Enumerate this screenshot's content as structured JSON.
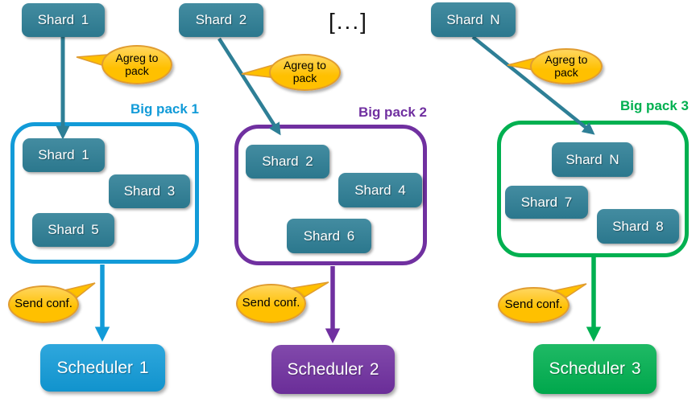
{
  "diagram": {
    "ellipsis": "[...]",
    "top_shards": [
      "Shard 1",
      "Shard 2",
      "Shard N"
    ],
    "agreg_bubble_label": "Agreg to pack",
    "send_bubble_label": "Send conf.",
    "packs": [
      {
        "title": "Big pack 1",
        "color": "blue",
        "shards": [
          "Shard 1",
          "Shard 3",
          "Shard 5"
        ],
        "scheduler": "Scheduler 1"
      },
      {
        "title": "Big pack 2",
        "color": "purple",
        "shards": [
          "Shard 2",
          "Shard 4",
          "Shard 6"
        ],
        "scheduler": "Scheduler 2"
      },
      {
        "title": "Big pack 3",
        "color": "green",
        "shards": [
          "Shard N",
          "Shard 7",
          "Shard 8"
        ],
        "scheduler": "Scheduler 3"
      }
    ]
  },
  "colors": {
    "teal": "#2E7F96",
    "blue": "#129BD8",
    "purple": "#7030A0",
    "green": "#00B050",
    "bubble_fill": "#FFC000",
    "bubble_border": "#E09C30"
  }
}
